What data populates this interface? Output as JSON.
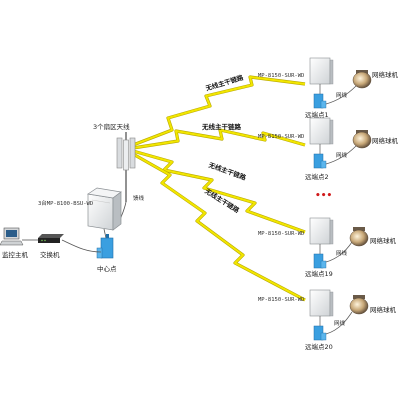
{
  "center_site": {
    "sector_antenna_label": "3个扇区天线",
    "base_station_model": "3台MP-8100-BSU-WD",
    "cable_label": "馈线",
    "center_point_label": "中心点",
    "switch_label": "交换机",
    "monitor_host_label": "监控主机"
  },
  "links": [
    {
      "label": "无线主干链路"
    },
    {
      "label": "无线主干链路"
    },
    {
      "label": "无线主干链路"
    },
    {
      "label": "无线主干链路"
    }
  ],
  "remote_sites": [
    {
      "model": "MP-8150-SUR-WD",
      "cable_label": "网线",
      "camera_label": "网络球机",
      "site_label": "远端点1"
    },
    {
      "model": "MP-8150-SUR-WD",
      "cable_label": "网线",
      "camera_label": "网络球机",
      "site_label": "远端点2"
    },
    {
      "model": "MP-8150-SUR-WD",
      "cable_label": "网线",
      "camera_label": "网络球机",
      "site_label": "远端点19"
    },
    {
      "model": "MP-8150-SUR-WD",
      "cable_label": "网线",
      "camera_label": "网络球机",
      "site_label": "远端点20"
    }
  ],
  "ellipsis": "•••",
  "colors": {
    "link_bolt": "#f2e600",
    "link_bolt_outline": "#b8a800",
    "ellipsis": "#d0191a",
    "device_blue": "#3a9fe0",
    "cable": "#555555"
  }
}
